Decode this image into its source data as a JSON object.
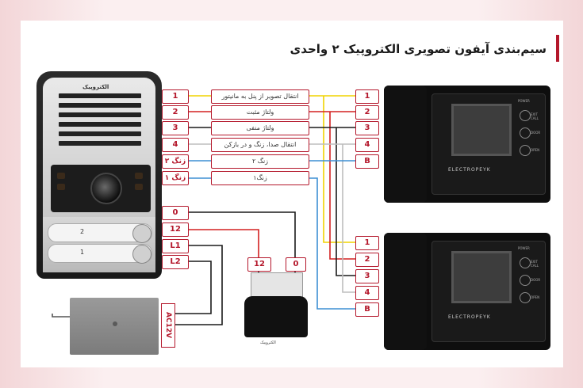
{
  "title": "سیم‌بندی آیفون تصویری الکتروپیک ۲ واحدی",
  "panel": {
    "logo": "الکتروپیک",
    "bell_numbers": [
      "2",
      "1"
    ]
  },
  "panel_terminals": [
    {
      "label": "1",
      "desc": "انتقال تصویر از پنل به مانیتور"
    },
    {
      "label": "2",
      "desc": "ولتاژ مثبت"
    },
    {
      "label": "3",
      "desc": "ولتاژ منفی"
    },
    {
      "label": "4",
      "desc": "انتقال صدا، زنگ و در بازکن"
    },
    {
      "label": "زنگ ۲",
      "desc": "زنگ ۲"
    },
    {
      "label": "زنگ ۱",
      "desc": "زنگ۱"
    }
  ],
  "panel_power_terminals": [
    "0",
    "12",
    "L1",
    "L2"
  ],
  "monitor_terminals": [
    "1",
    "2",
    "3",
    "4",
    "B"
  ],
  "monitor": {
    "brand": "ELECTROPEYK",
    "buttons": [
      "EXIT CALL",
      "DOOR",
      "OPEN"
    ],
    "power_text": "POWER"
  },
  "lock_terminals": [
    "12",
    "0"
  ],
  "lock_logo": "الکتروپیک",
  "psu_label": "AC12V",
  "colors": {
    "accent": "#b4172b",
    "wire_yellow": "#f0d400",
    "wire_red": "#d42020",
    "wire_black": "#1a1a1a",
    "wire_white": "#bdbdbd",
    "wire_blue": "#3d8fd4"
  }
}
